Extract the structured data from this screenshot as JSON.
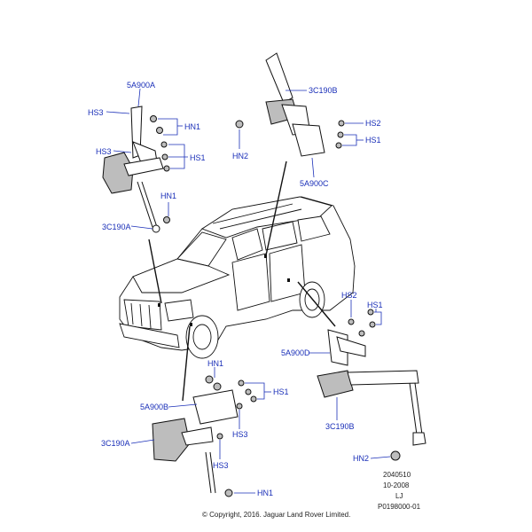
{
  "labels": {
    "top_left_bracket": "5A900A",
    "top_left_hs3": "HS3",
    "top_left_hn1": "HN1",
    "top_left_hs3b": "HS3",
    "top_left_hs1": "HS1",
    "top_left_hn1b": "HN1",
    "top_left_sensor": "3C190A",
    "top_right_sensor": "3C190B",
    "top_right_hs2": "HS2",
    "top_right_hs1": "HS1",
    "top_right_hn2": "HN2",
    "top_right_bracket": "5A900C",
    "mid_right_hs2": "HS2",
    "mid_right_hs1": "HS1",
    "mid_right_bracket": "5A900D",
    "mid_right_sensor": "3C190B",
    "mid_right_hn2": "HN2",
    "bottom_hn1": "HN1",
    "bottom_hs1": "HS1",
    "bottom_bracket": "5A900B",
    "bottom_hs3": "HS3",
    "bottom_sensor": "3C190A",
    "bottom_hs3b": "HS3",
    "bottom_hn1b": "HN1"
  },
  "footer": {
    "code": "2040510",
    "date": "10-2008",
    "initials": "LJ",
    "ref": "P0198000-01",
    "copyright": "© Copyright, 2016. Jaguar Land Rover Limited."
  }
}
